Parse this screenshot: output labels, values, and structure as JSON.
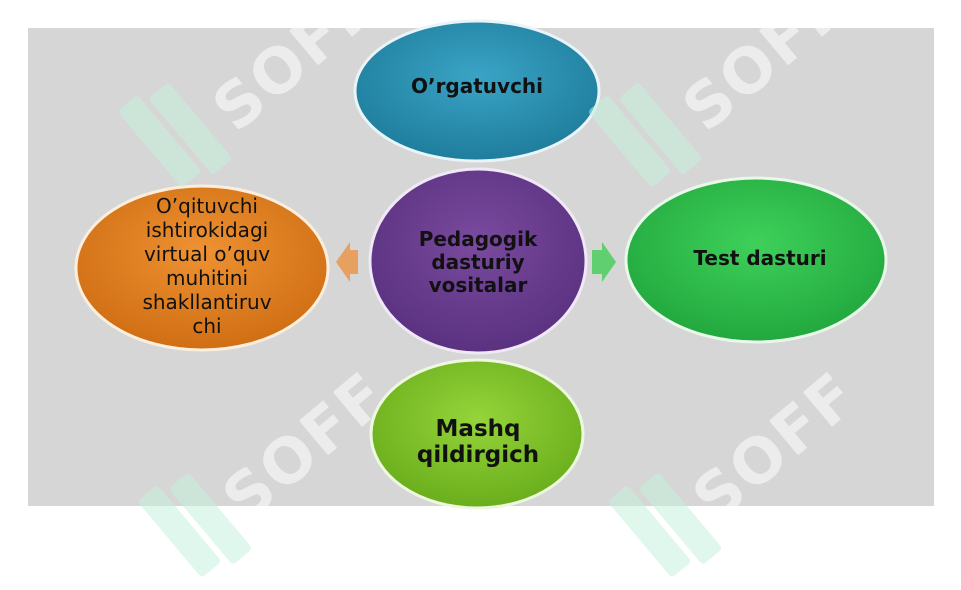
{
  "diagram": {
    "center": {
      "label": "Pedagogik\ndasturiy\nvositalar",
      "color": "#6a3f8c"
    },
    "nodes": {
      "top": {
        "label": "O’rgatuvchi",
        "color": "#2a8fb0"
      },
      "right": {
        "label": "Test dasturi",
        "color": "#2fbf4c"
      },
      "bottom": {
        "label": "Mashq\nqildirgich",
        "color": "#7fc22a"
      },
      "left": {
        "label": "O’qituvchi\nishtirokidagi\nvirtual o’quv\nmuhitini\nshakllantiruv\nchi",
        "color": "#e07f20"
      }
    },
    "arrow_colors": {
      "left": "#e8a060",
      "right": "#5fcf6f"
    }
  },
  "watermark": {
    "text": "SOFF"
  }
}
